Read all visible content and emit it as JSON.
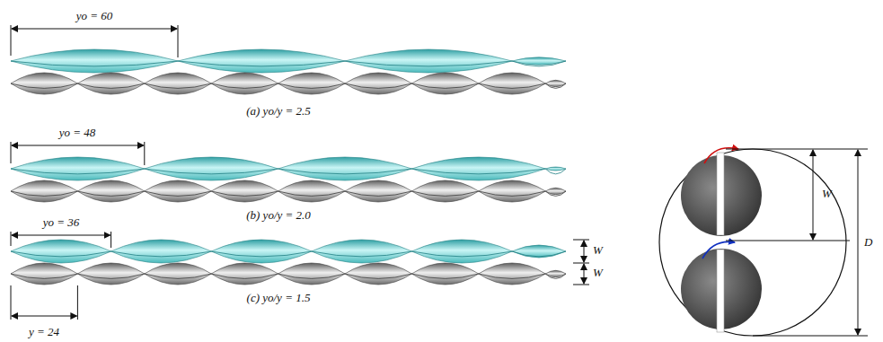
{
  "diagram": {
    "labels": [
      "yo = 60",
      "(a) yo/y = 2.5",
      "yo = 48",
      "(b) yo/y = 2.0",
      "yo = 36",
      "(c) yo/y = 1.5",
      "W",
      "W",
      "y = 24",
      "W",
      "D"
    ]
  }
}
